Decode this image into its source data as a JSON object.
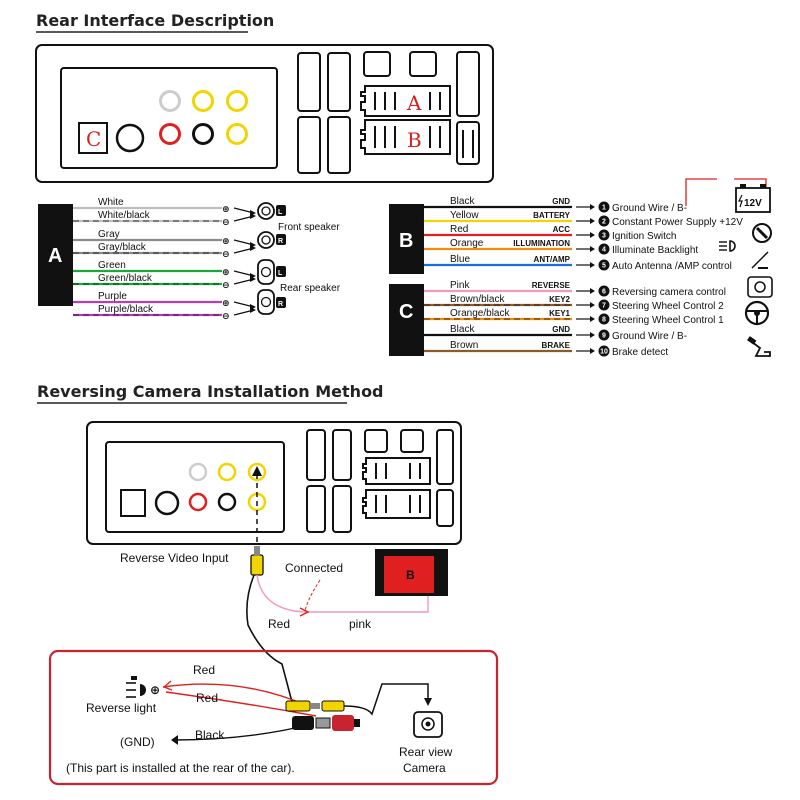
{
  "titles": {
    "rear": "Rear Interface Description",
    "camera": "Reversing Camera Installation Method"
  },
  "connectors": {
    "a": "A",
    "b": "B",
    "c": "C"
  },
  "block_a": {
    "label": "A",
    "wires": [
      {
        "name": "White",
        "color": "#bdbdbd"
      },
      {
        "name": "White/black",
        "color": "#bdbdbd"
      },
      {
        "name": "Gray",
        "color": "#8a8a8a"
      },
      {
        "name": "Gray/black",
        "color": "#8a8a8a"
      },
      {
        "name": "Green",
        "color": "#1aa83a"
      },
      {
        "name": "Green/black",
        "color": "#1aa83a"
      },
      {
        "name": "Purple",
        "color": "#b340b3"
      },
      {
        "name": "Purple/black",
        "color": "#b340b3"
      }
    ],
    "front_speaker": "Front speaker",
    "rear_speaker": "Rear speaker",
    "left": "L",
    "right": "R"
  },
  "block_b": {
    "label": "B",
    "rows": [
      {
        "wire": "Black",
        "signal": "GND",
        "num": "1",
        "func": "Ground Wire / B-",
        "color": "#111111"
      },
      {
        "wire": "Yellow",
        "signal": "BATTERY",
        "num": "2",
        "func": "Constant Power Supply +12V",
        "color": "#f2d500"
      },
      {
        "wire": "Red",
        "signal": "ACC",
        "num": "3",
        "func": "Ignition Switch",
        "color": "#e02020"
      },
      {
        "wire": "Orange",
        "signal": "ILLUMINATION",
        "num": "4",
        "func": "Illuminate Backlight",
        "color": "#f08a10"
      },
      {
        "wire": "Blue",
        "signal": "ANT/AMP",
        "num": "5",
        "func": "Auto Antenna /AMP control",
        "color": "#1a6fe0"
      }
    ],
    "battery": "12V"
  },
  "block_c": {
    "label": "C",
    "rows": [
      {
        "wire": "Pink",
        "signal": "REVERSE",
        "num": "6",
        "func": "Reversing camera control",
        "color": "#f29ab8"
      },
      {
        "wire": "Brown/black",
        "signal": "KEY2",
        "num": "7",
        "func": "Steering Wheel Control 2",
        "color": "#8b5a2b"
      },
      {
        "wire": "Orange/black",
        "signal": "KEY1",
        "num": "8",
        "func": "Steering Wheel Control 1",
        "color": "#f08a10"
      },
      {
        "wire": "Black",
        "signal": "GND",
        "num": "9",
        "func": "Ground Wire / B-",
        "color": "#111111"
      },
      {
        "wire": "Brown",
        "signal": "BRAKE",
        "num": "10",
        "func": "Brake detect",
        "color": "#8b5a2b"
      }
    ]
  },
  "camera": {
    "reverse_video_input": "Reverse Video Input",
    "connected": "Connected",
    "red_top": "Red",
    "pink": "pink",
    "plug_b": "B",
    "red_1": "Red",
    "red_2": "Red",
    "black": "Black",
    "reverse_light": "Reverse light",
    "gnd": "(GND)",
    "rear_view": "Rear view",
    "camera_word": "Camera",
    "note": "(This part is installed at the rear of the car)."
  }
}
